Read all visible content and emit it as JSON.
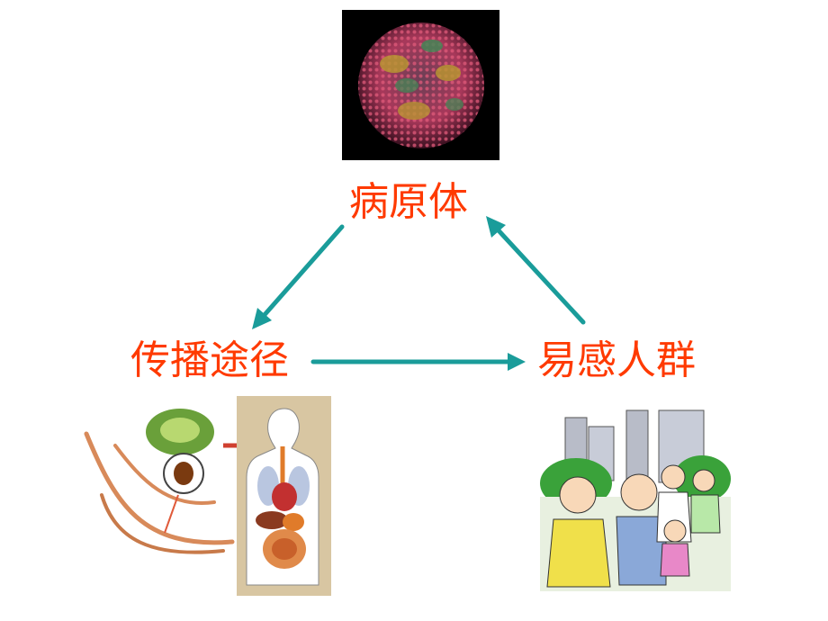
{
  "labels": {
    "pathogen": "病原体",
    "route": "传播途径",
    "people": "易感人群"
  },
  "colors": {
    "label": "#ff3a00",
    "arrow": "#1a9c9a",
    "background": "#ffffff",
    "virus_bg": "#000000",
    "virus_red": "#c23a5a",
    "virus_green": "#3f8a55",
    "virus_yellow": "#b89a30",
    "worm": "#d88a5a",
    "cabbage": "#6aa03a",
    "body_panel": "#d8c6a2",
    "organ_red": "#c23030",
    "organ_orange": "#e07b2a",
    "building": "#b8bcc8",
    "tree": "#3aa23a",
    "jacket_yellow": "#f0e04a",
    "jacket_blue": "#8aa8d8"
  },
  "images": [
    {
      "name": "virus-particle-image"
    },
    {
      "name": "transmission-route-image"
    },
    {
      "name": "susceptible-people-image"
    }
  ],
  "arrows": [
    {
      "name": "arrow-pathogen-to-route",
      "from": "pathogen",
      "to": "route"
    },
    {
      "name": "arrow-route-to-people",
      "from": "route",
      "to": "people"
    },
    {
      "name": "arrow-people-to-pathogen",
      "from": "people",
      "to": "pathogen"
    }
  ]
}
